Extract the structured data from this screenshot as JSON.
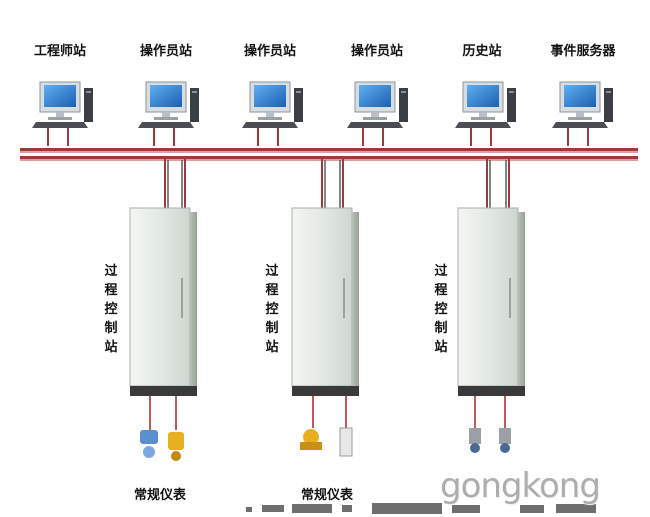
{
  "workstations": [
    {
      "label": "工程师站"
    },
    {
      "label": "操作员站"
    },
    {
      "label": "操作员站"
    },
    {
      "label": "操作员站"
    },
    {
      "label": "历史站"
    },
    {
      "label": "事件服务器"
    }
  ],
  "controllers": [
    {
      "label": "过程控制站"
    },
    {
      "label": "过程控制站"
    },
    {
      "label": "过程控制站"
    }
  ],
  "instruments": [
    {
      "label": "常规仪表"
    },
    {
      "label": "常规仪表"
    }
  ],
  "watermark": "gongkong",
  "colors": {
    "bus": "#9c3b3b",
    "bus_light": "#d9a0a0",
    "monitor_screen": "#2a7fd4",
    "cabinet": "#e6ebe6"
  }
}
